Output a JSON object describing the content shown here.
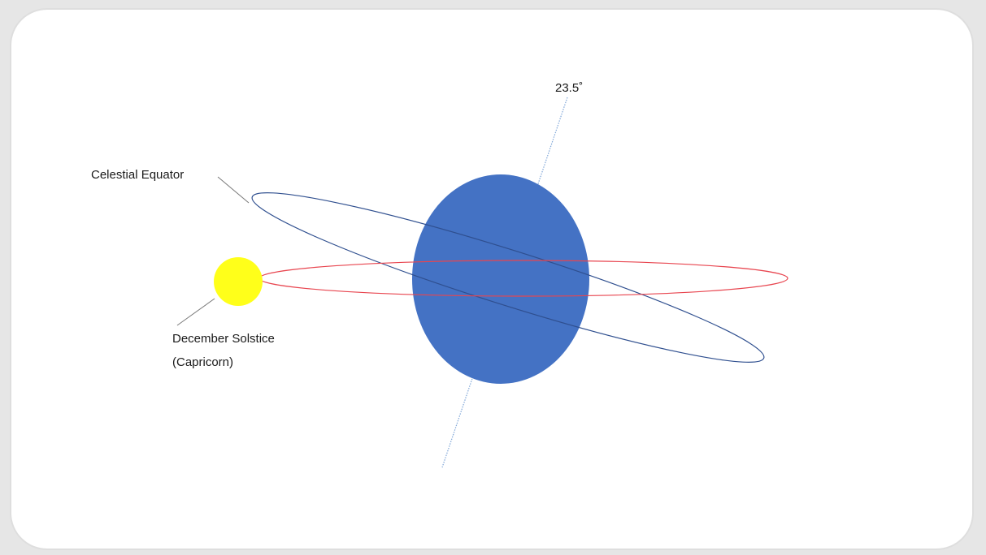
{
  "diagram": {
    "tilt_label": "23.5˚",
    "equator_label": "Celestial Equator",
    "solstice_label_line1": "December Solstice",
    "solstice_label_line2": "(Capricorn)"
  },
  "colors": {
    "earth": "#4472c4",
    "sun": "#ffff1a",
    "ecliptic": "#e8454f",
    "equator": "#2f4f8f",
    "axis": "#7fa6d8",
    "leader": "#7a7a7a"
  }
}
